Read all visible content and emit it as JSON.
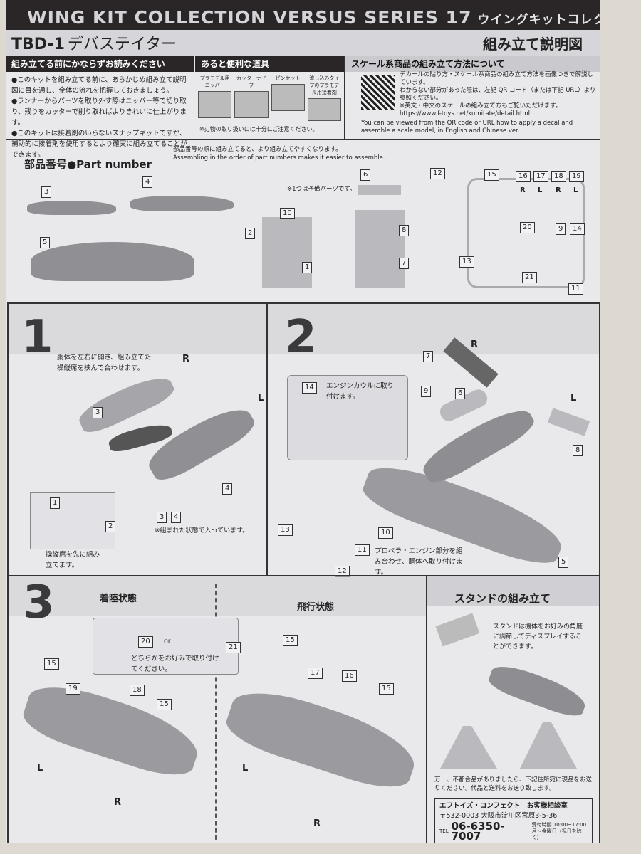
{
  "header": {
    "series": "WING KIT COLLECTION VERSUS SERIES 17",
    "series_jp": "ウイングキットコレクション",
    "model_code": "TBD-1",
    "model_name": "デバステイター",
    "guide_title": "組み立て説明図"
  },
  "read_first": {
    "title": "組み立てる前にかならずお読みください",
    "items": [
      "●このキットを組み立てる前に、あらかじめ組み立て説明図に目を通し、全体の流れを把握しておきましょう。",
      "●ランナーからパーツを取り外す際はニッパー等で切り取り、残りをカッターで削り取ればよりきれいに仕上がります。",
      "●このキットは接着剤のいらないスナップキットですが、補助的に接着剤を使用するとより確実に組み立てることができます。"
    ]
  },
  "tools": {
    "title": "あると便利な道具",
    "items": [
      "プラモデル用ニッパー",
      "カッターナイフ",
      "ピンセット",
      "流し込みタイプのプラモデル用接着剤"
    ],
    "note": "※刃物の取り扱いには十分にご注意ください。"
  },
  "scale_info": {
    "title": "スケール系商品の組み立て方法について",
    "lines": [
      "デカールの貼り方・スケール系商品の組み立て方法を画像つきで解説しています。",
      "わからない部分があった際は、左記 QR コード（または下記 URL）より参照ください。",
      "※英文・中文のスケールの組み立て方もご覧いただけます。"
    ],
    "url": "https://www.f-toys.net/kumitate/detail.html",
    "english": "You can be viewed from the QR code or URL how to apply a decal and assemble a scale model, in English and Chinese ver."
  },
  "parts": {
    "title": "部品番号●Part number",
    "hint_jp": "部品番号の順に組み立てると、より組み立てやすくなります。",
    "hint_en": "Assembling in the order of part numbers makes it easier to assemble.",
    "spare_note": "※1つは予備パーツです。",
    "numbers": [
      "3",
      "4",
      "5",
      "10",
      "2",
      "1",
      "6",
      "8",
      "7",
      "12",
      "15",
      "16",
      "17",
      "18",
      "19",
      "20",
      "9",
      "14",
      "13",
      "21",
      "11"
    ],
    "marks": [
      "R",
      "L",
      "R",
      "L"
    ]
  },
  "step1": {
    "number": "1",
    "text": "胴体を左右に開き、組み立てた操縦席を挟んで合わせます。",
    "sub_text": "操縦席を先に組み立てます。",
    "note": "※組まれた状態で入っています。",
    "labels": [
      "3",
      "4",
      "1",
      "2",
      "3",
      "4"
    ],
    "marks": [
      "R",
      "L"
    ]
  },
  "step2": {
    "number": "2",
    "cowl_text": "エンジンカウルに取り付けます。",
    "engine_text": "プロペラ・エンジン部分を組み合わせ、胴体へ取り付けます。",
    "labels": [
      "7",
      "9",
      "6",
      "14",
      "8",
      "10",
      "11",
      "12",
      "13",
      "5"
    ],
    "marks": [
      "R",
      "L"
    ]
  },
  "step3": {
    "number": "3",
    "landing": "着陸状態",
    "flight": "飛行状態",
    "choice_or": "or",
    "choice_text": "どちらかをお好みで取り付けてください。",
    "labels": [
      "20",
      "21",
      "15",
      "19",
      "18",
      "15",
      "15",
      "17",
      "16",
      "15"
    ],
    "marks": [
      "L",
      "R",
      "L",
      "R"
    ]
  },
  "stand": {
    "title": "スタンドの組み立て",
    "text": "スタンドは機体をお好みの角度に調節してディスプレイすることができます。",
    "notice": "万一、不都合品がありましたら、下記住所宛に現品をお送りください。代品と送料をお送り致します。",
    "company": "エフトイズ・コンフェクト　お客様相談室",
    "address": "〒532-0003 大阪市淀川区宮原3-5-36",
    "tel_prefix": "TEL",
    "tel": "06-6350-7007",
    "hours": "受付時間 10:00~17:00",
    "days": "月～金曜日（祝日を除く）"
  }
}
